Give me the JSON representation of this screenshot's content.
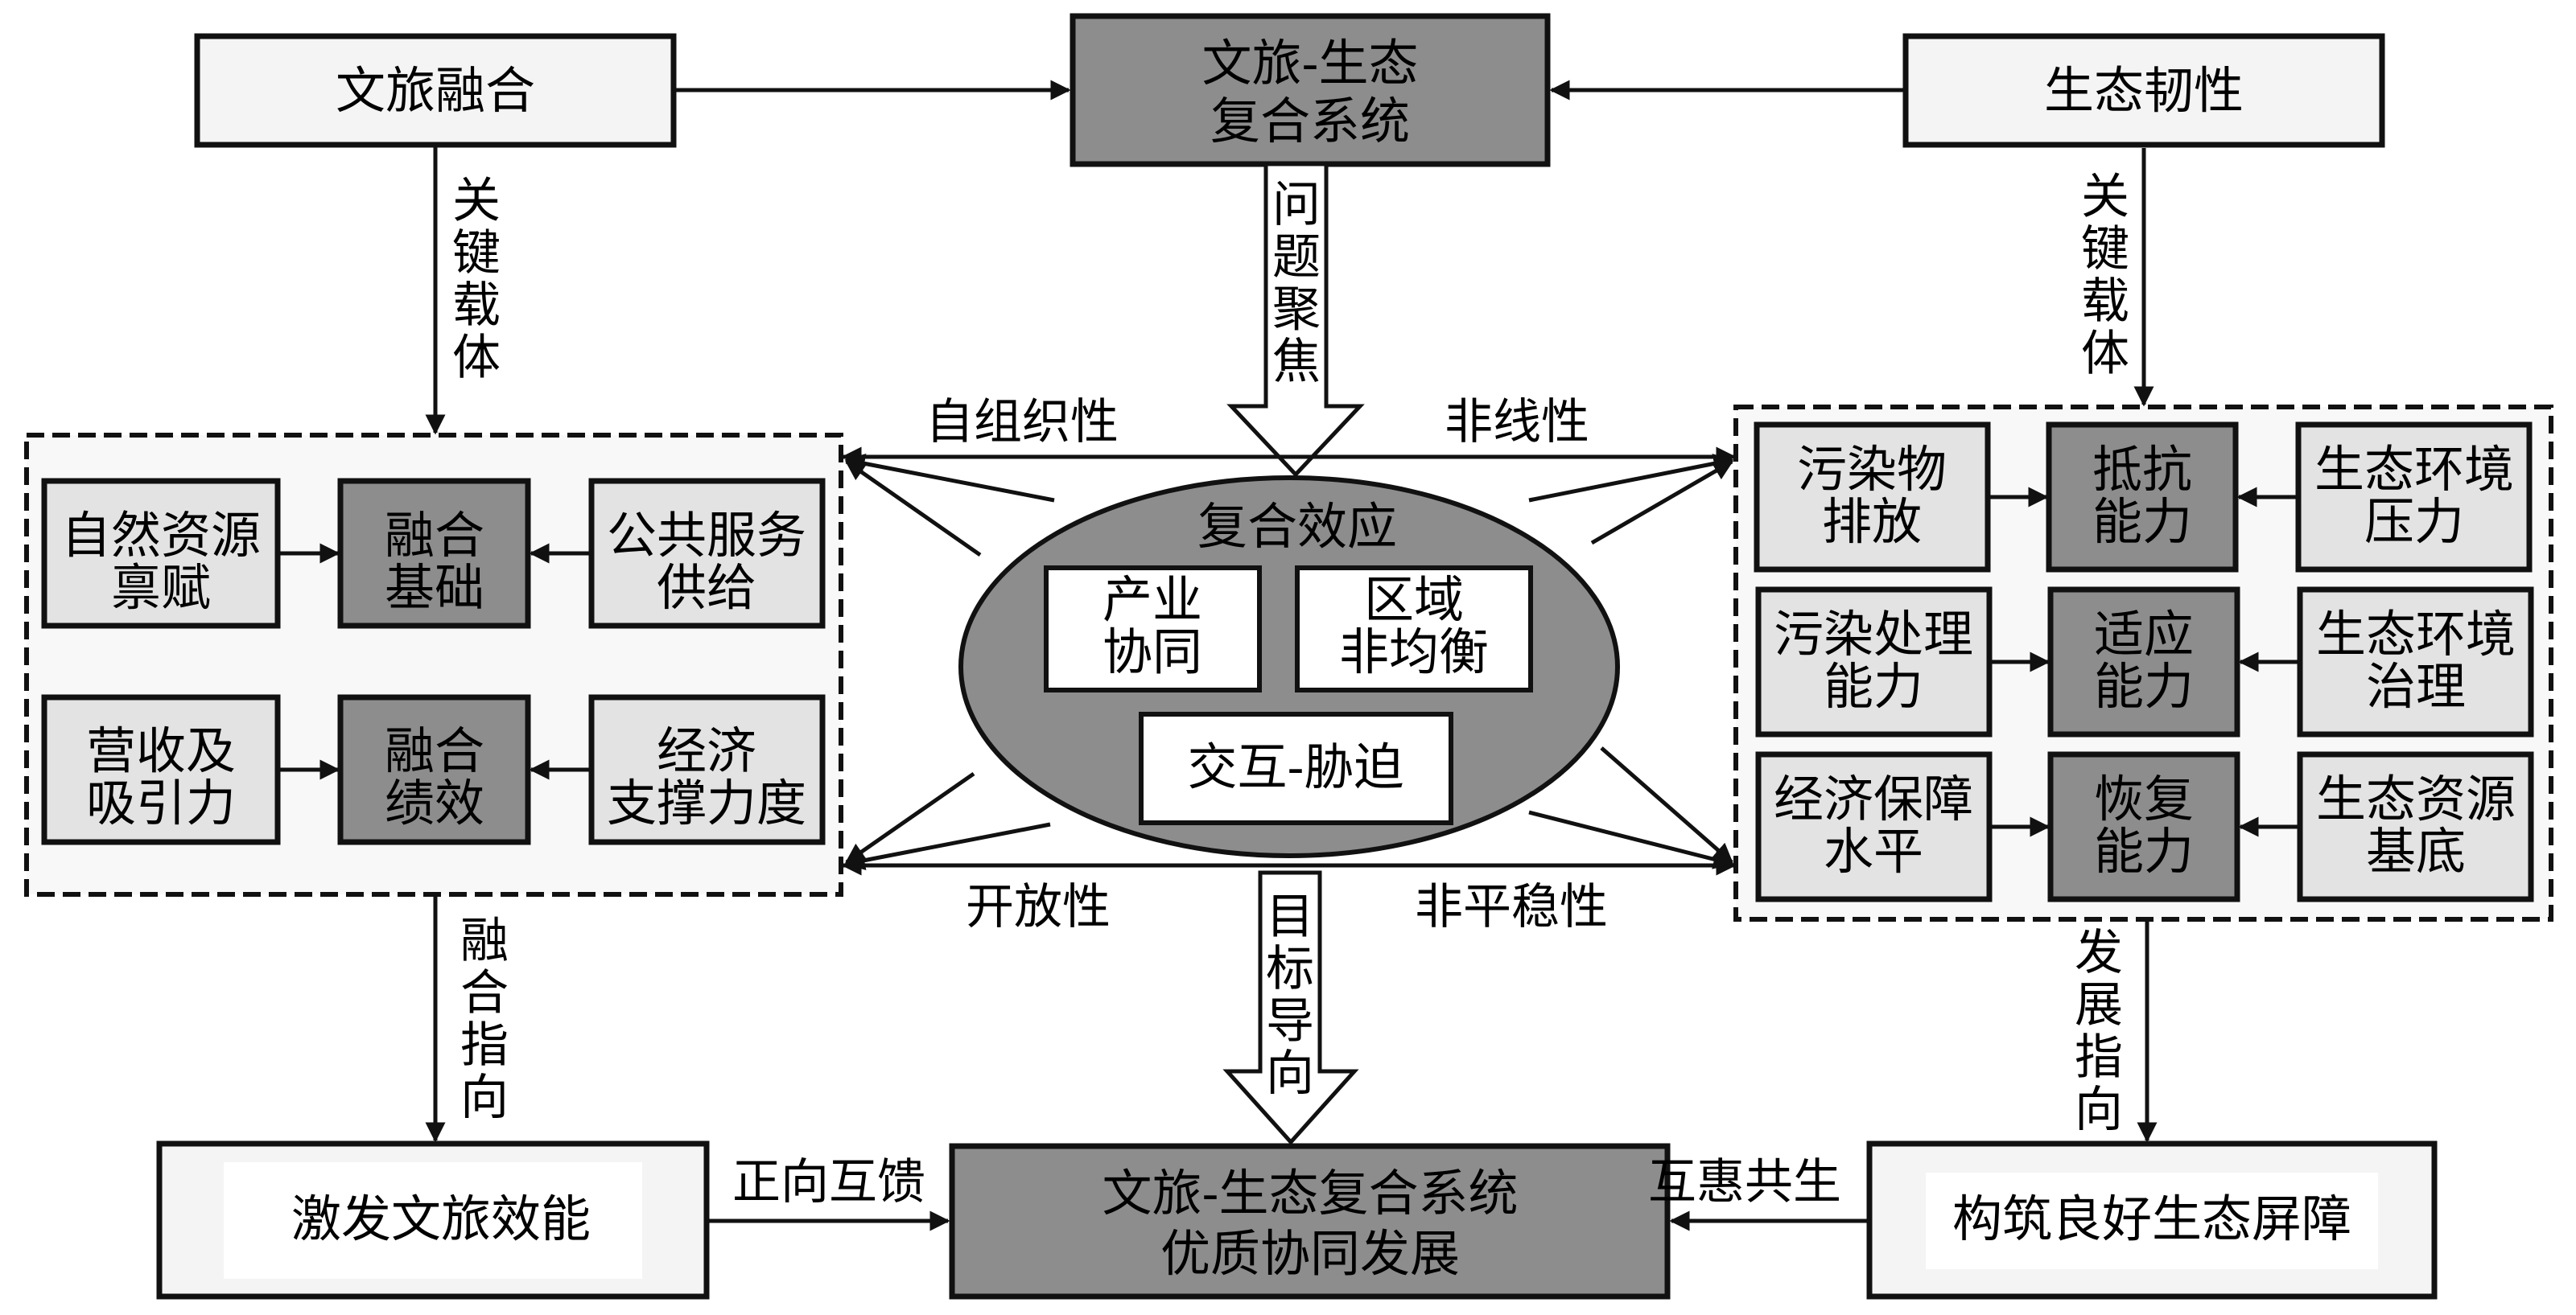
{
  "top": {
    "left": "文旅融合",
    "center": [
      "文旅-生态",
      "复合系统"
    ],
    "right": "生态韧性"
  },
  "edge_labels": {
    "left_down": [
      "关",
      "键",
      "载",
      "体"
    ],
    "right_down": [
      "关",
      "键",
      "载",
      "体"
    ],
    "center_down": [
      "问",
      "题",
      "聚",
      "焦"
    ],
    "center_bottom": [
      "目",
      "标",
      "导",
      "向"
    ],
    "left_bottom": [
      "融",
      "合",
      "指",
      "向"
    ],
    "right_bottom": [
      "发",
      "展",
      "指",
      "向"
    ],
    "top_left": "自组织性",
    "top_right": "非线性",
    "bottom_left": "开放性",
    "bottom_right": "非平稳性",
    "positive_feedback": "正向互馈",
    "mutual_benefit": "互惠共生"
  },
  "left_panel": {
    "rows": [
      {
        "input_left": [
          "自然资源",
          "禀赋"
        ],
        "core": [
          "融合",
          "基础"
        ],
        "input_right": [
          "公共服务",
          "供给"
        ]
      },
      {
        "input_left": [
          "营收及",
          "吸引力"
        ],
        "core": [
          "融合",
          "绩效"
        ],
        "input_right": [
          "经济",
          "支撑力度"
        ]
      }
    ]
  },
  "right_panel": {
    "rows": [
      {
        "input_left": [
          "污染物",
          "排放"
        ],
        "core": [
          "抵抗",
          "能力"
        ],
        "input_right": [
          "生态环境",
          "压力"
        ]
      },
      {
        "input_left": [
          "污染处理",
          "能力"
        ],
        "core": [
          "适应",
          "能力"
        ],
        "input_right": [
          "生态环境",
          "治理"
        ]
      },
      {
        "input_left": [
          "经济保障",
          "水平"
        ],
        "core": [
          "恢复",
          "能力"
        ],
        "input_right": [
          "生态资源",
          "基底"
        ]
      }
    ]
  },
  "center_ellipse": {
    "title": "复合效应",
    "box1": [
      "产业",
      "协同"
    ],
    "box2": [
      "区域",
      "非均衡"
    ],
    "box3": "交互-胁迫"
  },
  "bottom": {
    "left": "激发文旅效能",
    "center": [
      "文旅-生态复合系统",
      "优质协同发展"
    ],
    "right": "构筑良好生态屏障"
  },
  "colors": {
    "dark_box": "#8d8d8d",
    "grey_box": "#e3e3e3",
    "light_box": "#f4f4f4",
    "panel_bg": "#f8f8f8"
  }
}
